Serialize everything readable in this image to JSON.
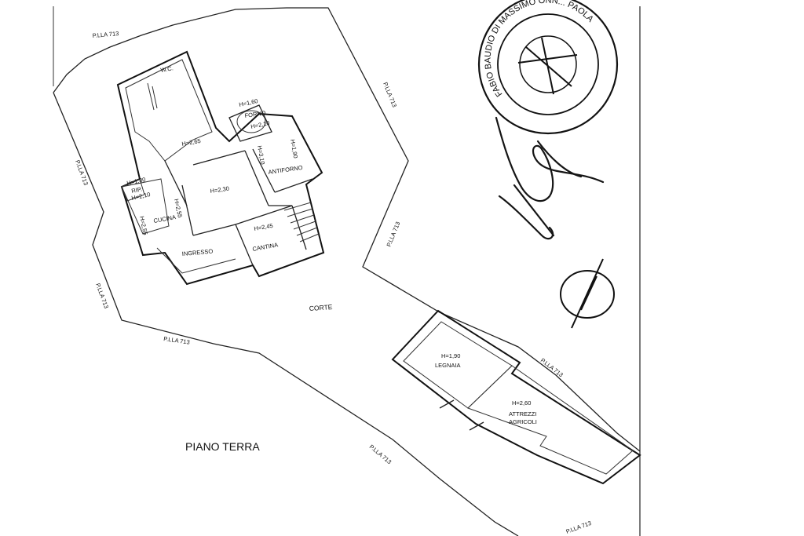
{
  "plan": {
    "title": "PIANO TERRA",
    "courtyard": "CORTE",
    "parcel_label": "P.LLA 713",
    "rooms": {
      "wc": "W.C.",
      "h265": "H=2,65",
      "forno": "FORNO",
      "forno_h1": "H=1,60",
      "forno_h2": "H=2,10",
      "antiforno": "ANTIFORNO",
      "antiforno_h1": "H=3,10",
      "antiforno_h2": "H=1,90",
      "h230": "H=2,30",
      "cucina": "CUCINA",
      "cucina_h": "H=2,55",
      "cucina_h2": "H=2,55",
      "rip": "RIP.",
      "rip_h1": "H=1,80",
      "rip_h2": "H=2,10",
      "cantina": "CANTINA",
      "cantina_h": "H=2,45",
      "ingresso": "INGRESSO",
      "legnaia": "LEGNAIA",
      "legnaia_h": "H=1,90",
      "attrezzi": "ATTREZZI",
      "agricoli": "AGRICOLI",
      "attrezzi_h": "H=2,60"
    },
    "stamp": {
      "ring_text": "FABIO BAUDIO DI MASSIMO ONN... PAOLA"
    }
  }
}
